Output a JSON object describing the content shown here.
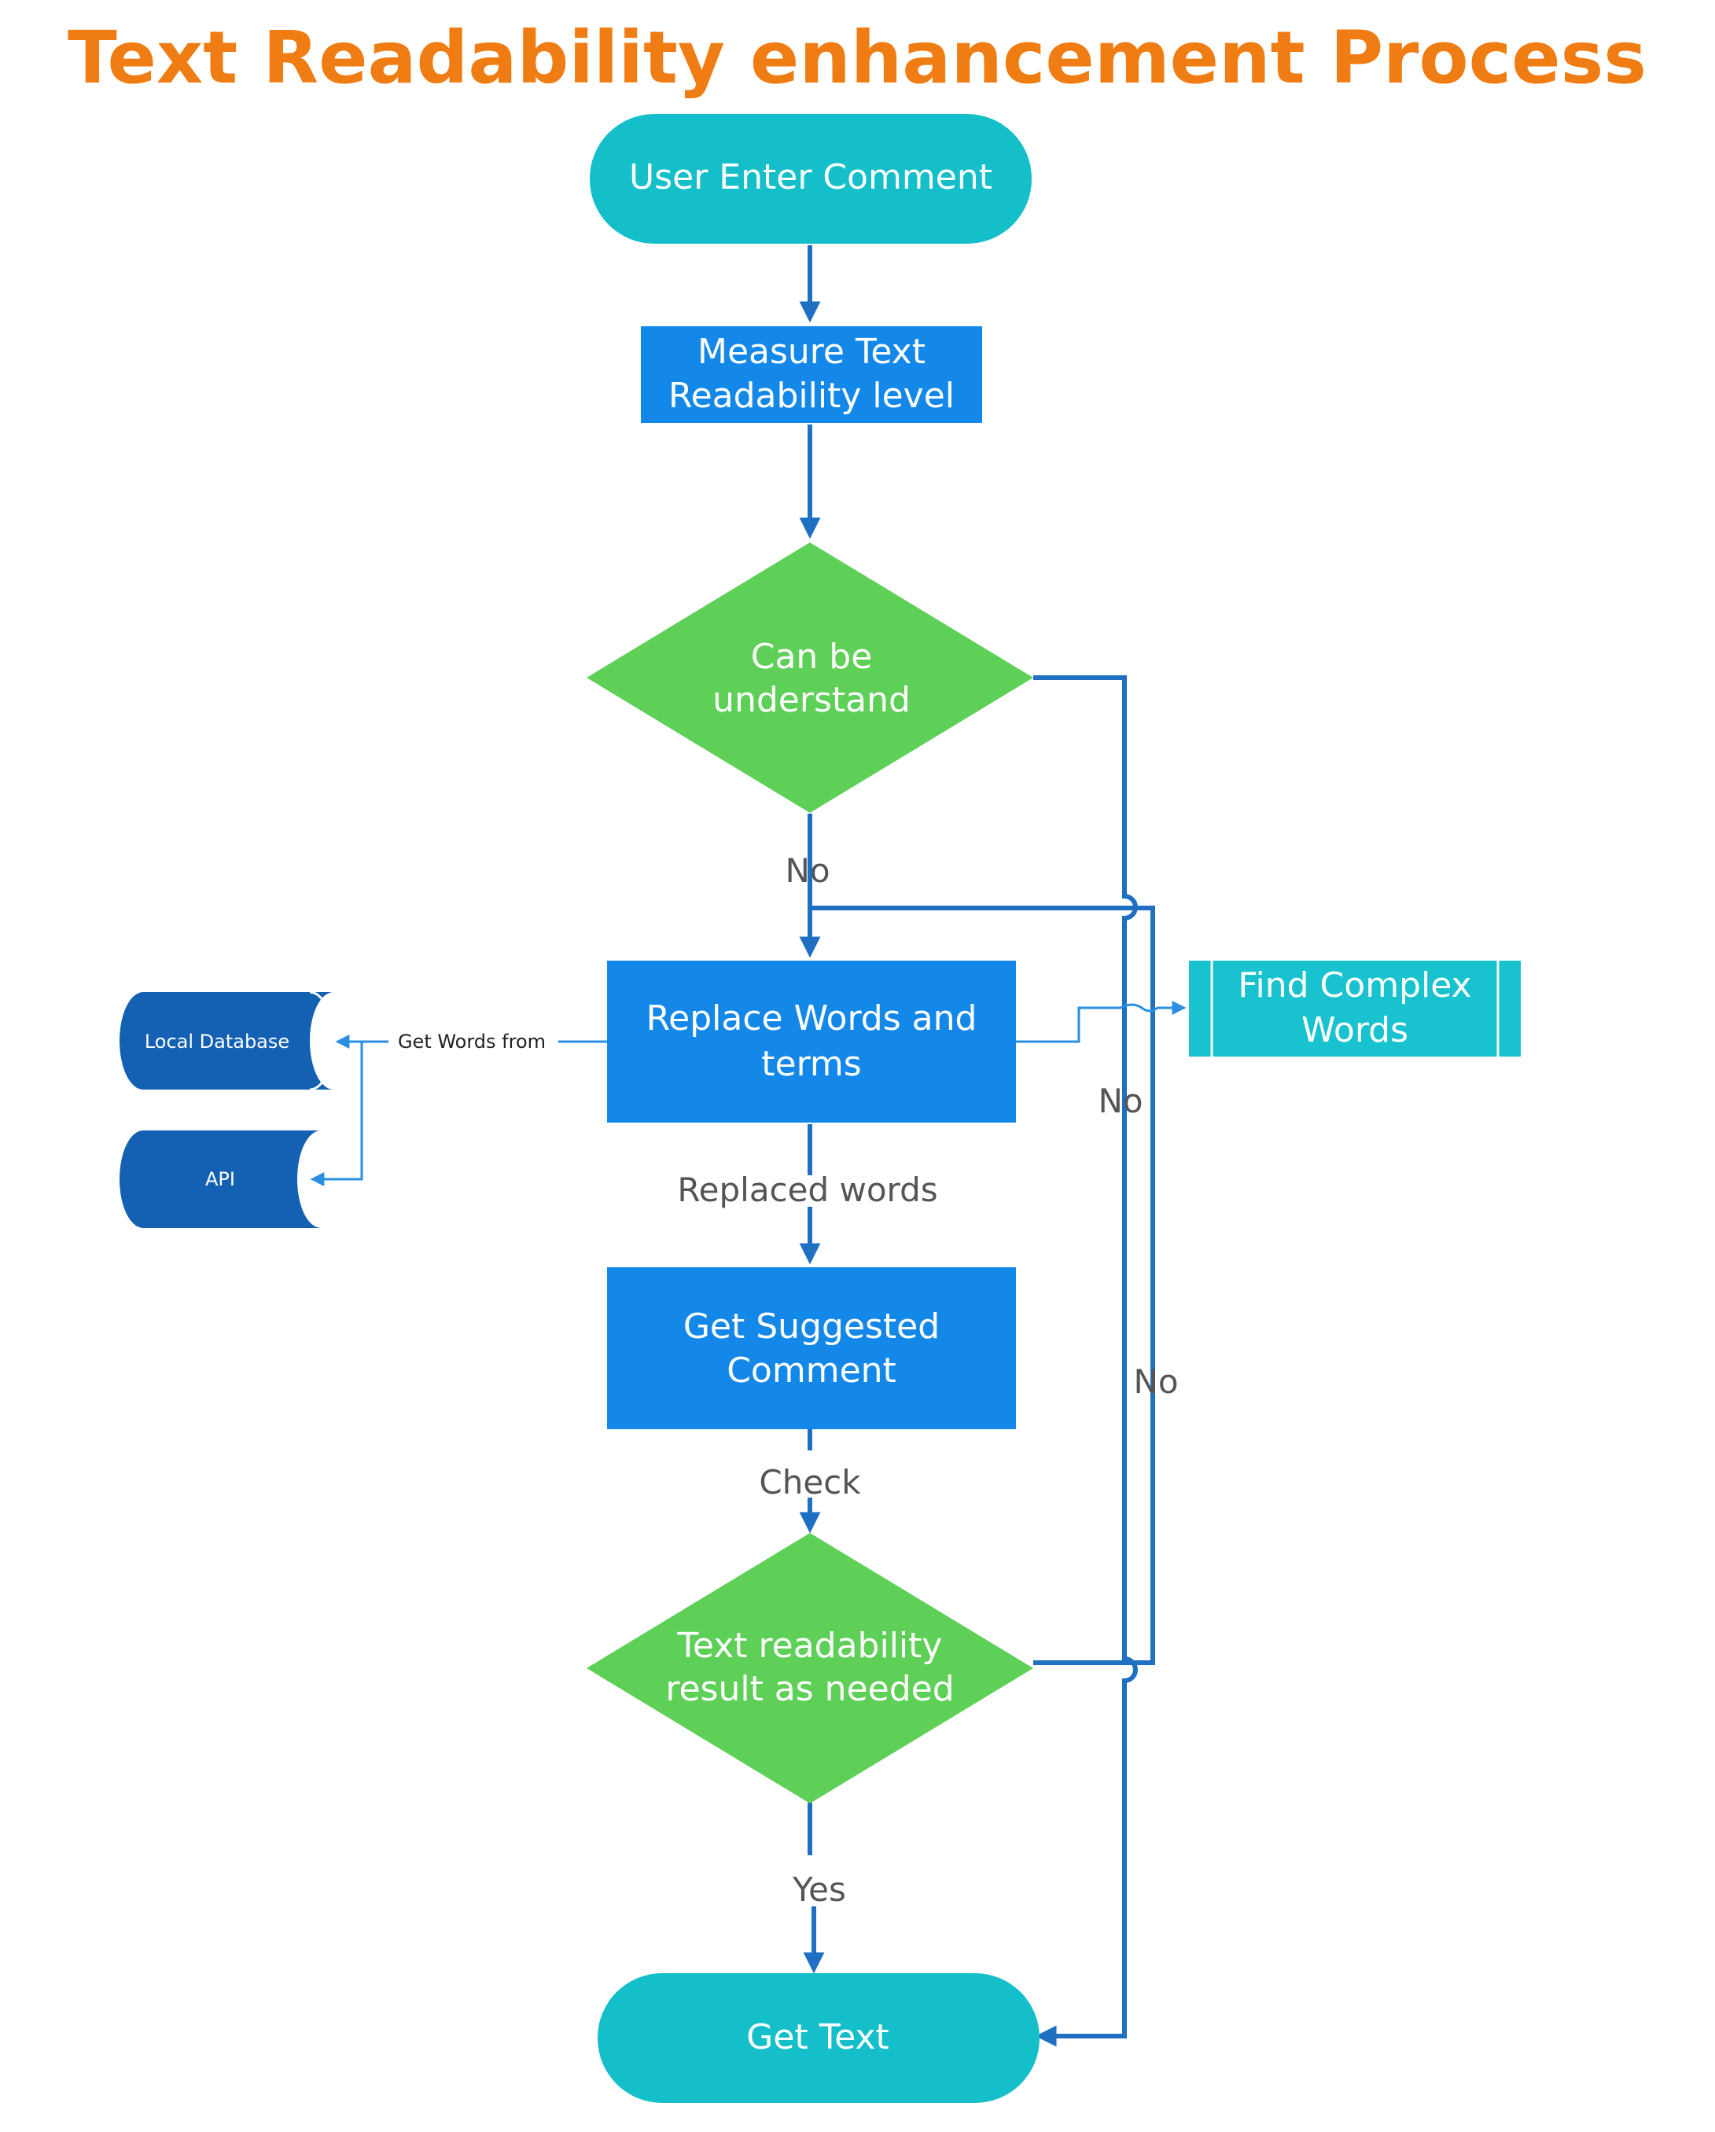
{
  "title": "Text Readability enhancement Process",
  "nodes": {
    "start": "User Enter Comment",
    "measure": [
      "Measure Text",
      "Readability level"
    ],
    "decision_understand": [
      "Can be",
      "understand"
    ],
    "replace": [
      "Replace Words and",
      "terms"
    ],
    "find_complex": [
      "Find Complex",
      "Words"
    ],
    "local_db": "Local Database",
    "api": "API",
    "suggested": [
      "Get Suggested",
      "Comment"
    ],
    "decision_result": [
      "Text readability",
      "result as needed"
    ],
    "end": "Get Text"
  },
  "edge_labels": {
    "no_1": "No",
    "no_2": "No",
    "no_3": "No",
    "get_words_from": "Get Words from",
    "replaced_words": "Replaced words",
    "check": "Check",
    "yes": "Yes"
  },
  "colors": {
    "title": "#ef7d14",
    "terminal": "#14bfc9",
    "process": "#1488e8",
    "decision": "#5ecf57",
    "storage": "#1461b4",
    "subprocess": "#18c3cf",
    "connector": "#1f6fc2"
  }
}
